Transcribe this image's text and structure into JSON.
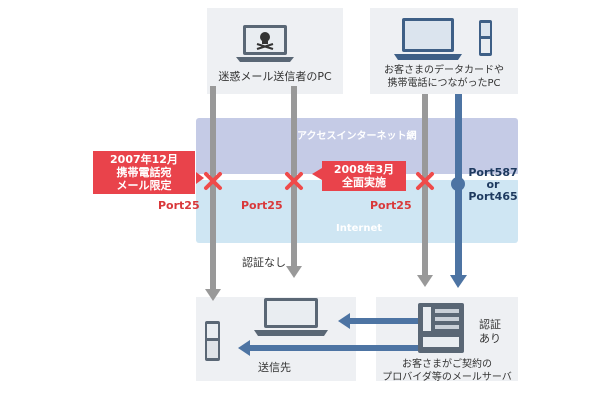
{
  "colors": {
    "box_bg": "#eef0f3",
    "band_top": "#c5cbe6",
    "band_bottom": "#cfe6f3",
    "gray_arrow": "#999999",
    "blue_arrow": "#4d74a3",
    "cross_red": "#ef4a4a",
    "callout_red": "#e9434b",
    "device_gray": "#5a6775",
    "device_blue": "#3e5f86"
  },
  "icons": {
    "spam_pc": "laptop-skull-icon",
    "customer_pc": "laptop-icon",
    "customer_phone": "mobile-phone-icon",
    "destination_pc": "laptop-icon",
    "destination_phone": "mobile-phone-icon",
    "mail_server": "server-icon"
  },
  "spam_sender": {
    "label": "迷惑メール送信者のPC"
  },
  "customer": {
    "line1": "お客さまのデータカードや",
    "line2": "携帯電話につながったPC"
  },
  "network": {
    "access_internet": "アクセスインターネット網",
    "internet": "Internet"
  },
  "callouts": {
    "dec2007": {
      "line1": "2007年12月",
      "line2": "携帯電話宛",
      "line3": "メール限定"
    },
    "mar2008": {
      "line1": "2008年3月",
      "line2": "全面実施"
    }
  },
  "ports": {
    "port25_a": "Port25",
    "port25_b": "Port25",
    "port25_c": "Port25",
    "submission_line1": "Port587",
    "submission_line2": "or",
    "submission_line3": "Port465"
  },
  "auth": {
    "none": "認証なし",
    "yes_line1": "認証",
    "yes_line2": "あり"
  },
  "destination": {
    "label": "送信先"
  },
  "server": {
    "line1": "お客さまがご契約の",
    "line2": "プロバイダ等のメールサーバ"
  }
}
